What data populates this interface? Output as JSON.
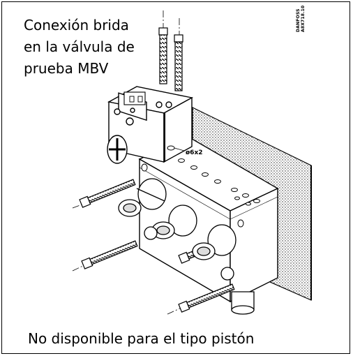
{
  "title": {
    "line1": "Conexión brida",
    "line2": "en la válvula de",
    "line3": "prueba MBV"
  },
  "reference": {
    "line1": "DANFOSS",
    "line2": "A8X718.10"
  },
  "dimension_label": "ø6x2",
  "footer": "No disponible para el tipo pistón"
}
